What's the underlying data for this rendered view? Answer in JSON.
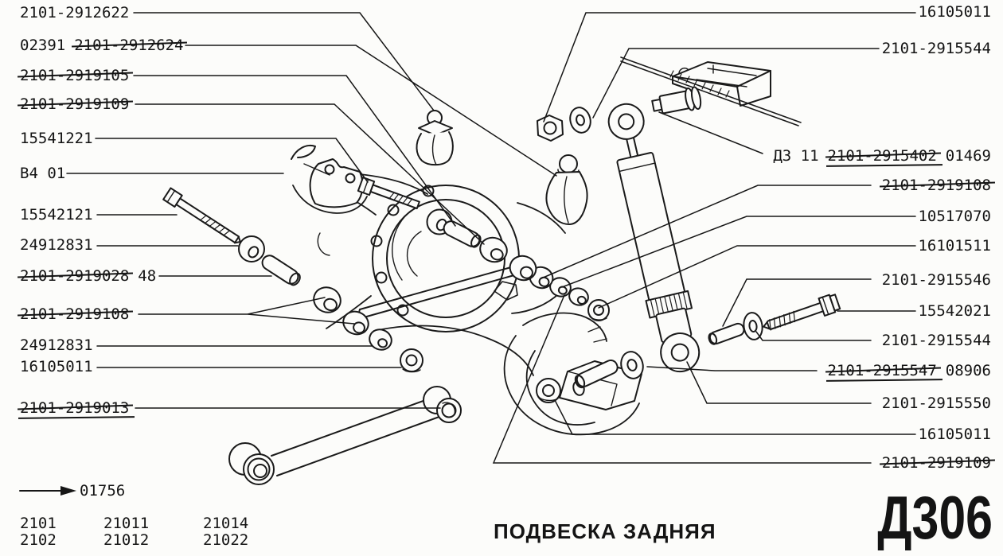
{
  "diagram": {
    "title": "ПОДВЕСКА ЗАДНЯЯ",
    "page_code": "Д306",
    "revision_ref": "01756",
    "model_rows": [
      [
        "2101",
        "21011",
        "21014"
      ],
      [
        "2102",
        "21012",
        "21022"
      ]
    ],
    "labels_left": [
      {
        "text": "2101-2912622"
      },
      {
        "prefix": "02391",
        "text": "2101-2912624",
        "struck": true
      },
      {
        "text": "2101-2919105",
        "struck": true
      },
      {
        "text": "2101-2919109",
        "struck": true
      },
      {
        "text": "15541221"
      },
      {
        "text": "В4 01"
      },
      {
        "text": "15542121"
      },
      {
        "text": "24912831"
      },
      {
        "text": "2101-2919028",
        "suffix": "48",
        "struck": true
      },
      {
        "text": "2101-2919108",
        "struck": true
      },
      {
        "text": "24912831"
      },
      {
        "text": "16105011"
      },
      {
        "text": "2101-2919013",
        "struck": true,
        "underlined": true
      }
    ],
    "labels_right": [
      {
        "text": "16105011"
      },
      {
        "text": "2101-2915544"
      },
      {
        "prefix": "Д3 11",
        "text": "2101-2915402",
        "suffix": "01469",
        "struck": true,
        "underlined": true
      },
      {
        "text": "2101-2919108",
        "struck": true
      },
      {
        "text": "10517070"
      },
      {
        "text": "16101511"
      },
      {
        "text": "2101-2915546"
      },
      {
        "text": "15542021"
      },
      {
        "text": "2101-2915544"
      },
      {
        "text": "2101-2915547",
        "suffix": "08906",
        "struck": true,
        "underlined": true
      },
      {
        "text": "2101-2915550"
      },
      {
        "text": "16105011"
      },
      {
        "text": "2101-2919109",
        "struck": true
      }
    ]
  }
}
